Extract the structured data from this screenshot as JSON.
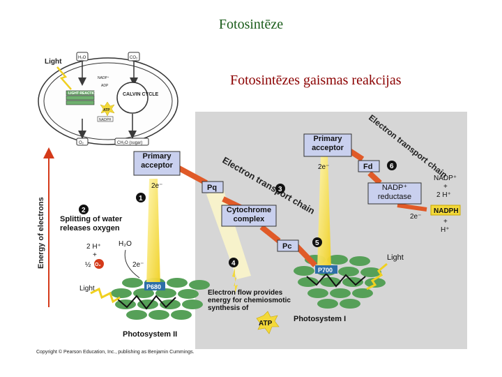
{
  "slide": {
    "title": "Fotosintēze",
    "subtitle": "Fotosintēzes gaismas reakcijas",
    "copyright": "Copyright © Pearson Education, Inc., publishing as Benjamin Cummings."
  },
  "chloroplast_overview": {
    "light": "Light",
    "h2o": "H₂O",
    "co2": "CO₂",
    "light_reactions": "LIGHT REACTIONS",
    "calvin_cycle": "CALVIN CYCLE",
    "nadp": "NADP⁺",
    "adp": "ADP",
    "atp": "ATP",
    "nadph": "NADPH",
    "o2": "O₂",
    "sugar": "CH₂O (sugar)"
  },
  "axis_label": "Energy of electrons",
  "ps2": {
    "label": "Photosystem II",
    "p680": "P680",
    "primary_acceptor": "Primary acceptor",
    "step1": "1",
    "step2": "2",
    "splitting": "Splitting of water releases oxygen",
    "h2o": "H₂O",
    "two_h": "2 H⁺",
    "plus": "+",
    "half": "½",
    "o2": "O₂",
    "two_e": "2e⁻",
    "two_e_top": "2e⁻",
    "light": "Light"
  },
  "etc1": {
    "label": "Electron transport chain",
    "step3": "3",
    "pq": "Pq",
    "cytochrome": "Cytochrome complex",
    "pc": "Pc",
    "step5": "5",
    "step4": "4",
    "atp_note": "Electron flow provides energy for chemiosmotic synthesis of",
    "atp": "ATP"
  },
  "ps1": {
    "label": "Photosystem I",
    "p700": "P700",
    "primary_acceptor": "Primary acceptor",
    "two_e": "2e⁻",
    "light": "Light"
  },
  "etc2": {
    "label": "Electron transport chain",
    "fd": "Fd",
    "step6": "6",
    "nadp_reductase": "NADP⁺ reductase",
    "two_e": "2e⁻",
    "nadp_plus": "NADP⁺",
    "plus1": "+",
    "two_h": "2 H⁺",
    "nadph": "NADPH",
    "plus2": "+",
    "h_plus": "H⁺"
  },
  "colors": {
    "title": "#1a5c1a",
    "subtitle": "#8b0000",
    "panel": "#d6d6d6",
    "box": "#c9d0ee",
    "thylakoid": "#56a058",
    "arrow_red": "#e05a28",
    "yellow": "#f3d93a"
  }
}
